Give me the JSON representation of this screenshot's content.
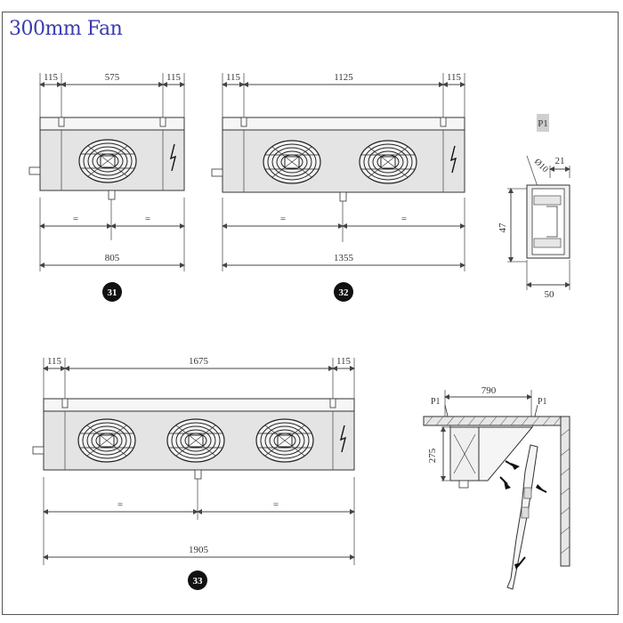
{
  "title": "300mm Fan",
  "units": [
    {
      "id": "31",
      "seg_left": "115",
      "seg_mid": "575",
      "seg_right": "115",
      "total": "805",
      "eq": "="
    },
    {
      "id": "32",
      "seg_left": "115",
      "seg_mid": "1125",
      "seg_right": "115",
      "total": "1355",
      "eq": "="
    },
    {
      "id": "33",
      "seg_left": "115",
      "seg_mid": "1675",
      "seg_right": "115",
      "total": "1905",
      "eq": "="
    }
  ],
  "side_detail": {
    "label": "P1",
    "width": "21",
    "height": "47",
    "depth": "50",
    "diameter": "Ø10"
  },
  "install_detail": {
    "p1_left": "P1",
    "p1_right": "P1",
    "width": "790",
    "height": "275"
  },
  "icons": [
    "lightning-icon",
    "fan-grille-icon",
    "airflow-arrow-icon"
  ]
}
